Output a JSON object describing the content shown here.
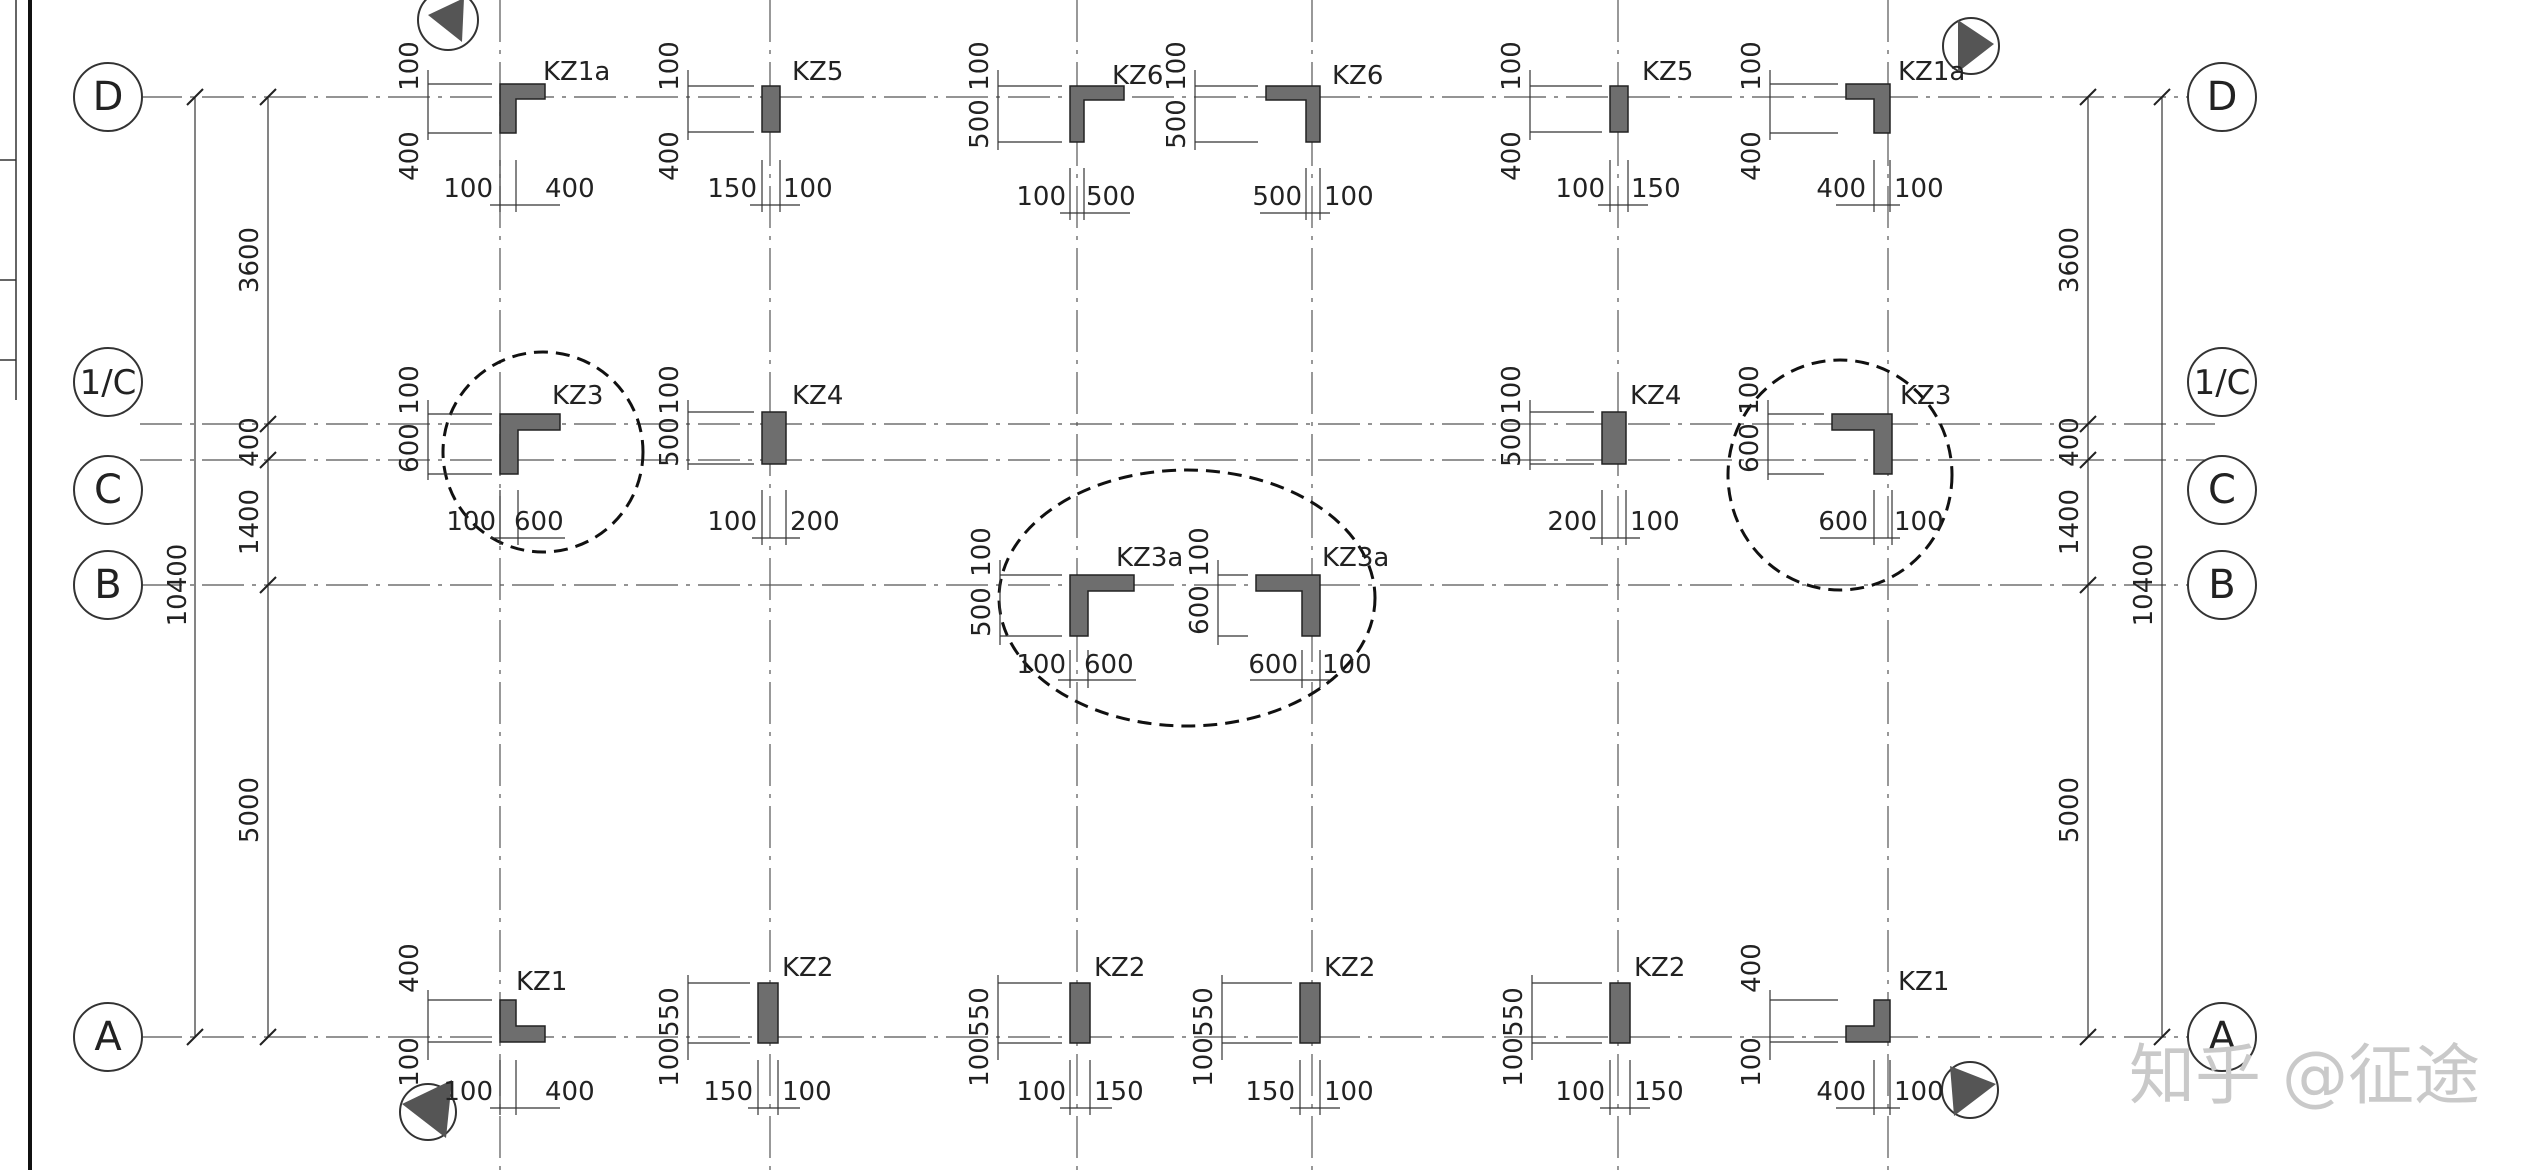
{
  "axes": {
    "D": "D",
    "C1": "1/C",
    "C": "C",
    "B": "B",
    "A": "A"
  },
  "dims": {
    "d3600": "3600",
    "d400": "400",
    "d1400": "1400",
    "d5000": "5000",
    "d10400": "10400",
    "v100": "100",
    "v150": "150",
    "v200": "200",
    "v400": "400",
    "v500": "500",
    "v550": "550",
    "v600": "600"
  },
  "columns": {
    "kz1a": "KZ1a",
    "kz1": "KZ1",
    "kz2": "KZ2",
    "kz3": "KZ3",
    "kz3a": "KZ3a",
    "kz4": "KZ4",
    "kz5": "KZ5",
    "kz6": "KZ6"
  },
  "watermark": "知乎 @征途",
  "colors": {
    "background": "#ffffff",
    "line": "#333333",
    "column_fill": "#6e6e6e"
  }
}
